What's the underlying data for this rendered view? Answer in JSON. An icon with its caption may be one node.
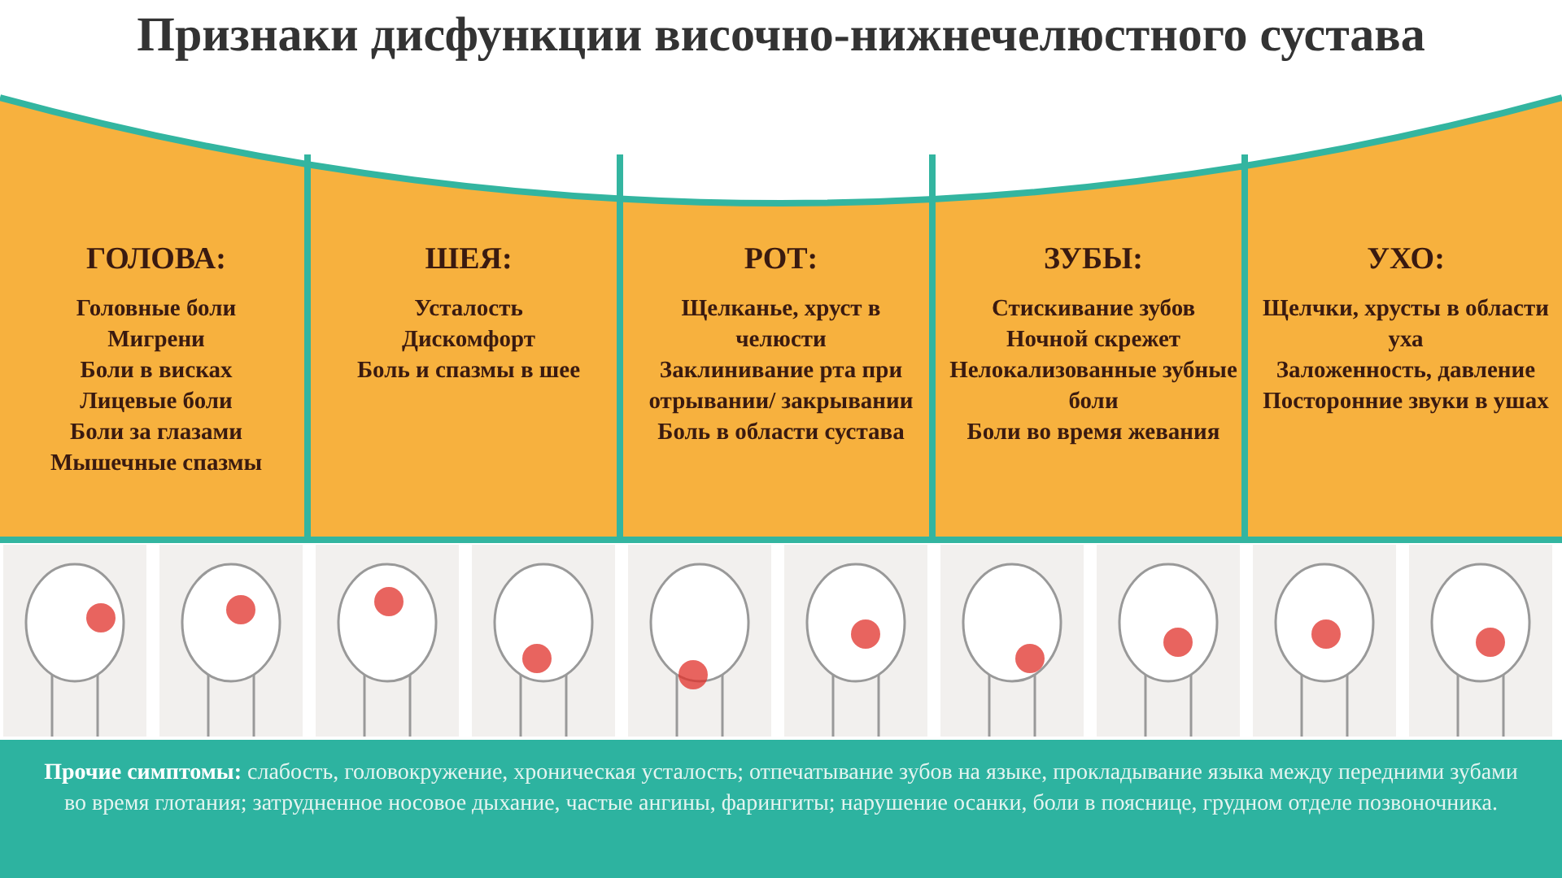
{
  "diagram": {
    "title": "Признаки дисфункции височно-нижнечелюстного сустава",
    "nodes": [
      {
        "text": [
          "ГОЛОВА:",
          "Головные боли",
          "Мигрени",
          "Боли в висках",
          "Лицевые боли",
          "Боли за глазами",
          "Мышечные спазмы"
        ]
      },
      {
        "text": [
          "ШЕЯ:",
          "Усталость",
          "Дискомфорт",
          "Боль и спазмы в шее"
        ]
      },
      {
        "text": [
          "РОТ:",
          "Щелканье, хруст в челюсти",
          "Заклинивание рта при отрывании/ закрывании",
          "Боль в области сустава"
        ]
      },
      {
        "text": [
          "ЗУБЫ:",
          "Стискивание зубов",
          "Ночной скрежет",
          "Нелокализованные зубные боли",
          "Боли во время жевания"
        ]
      },
      {
        "text": [
          "УХО:",
          "Щелчки, хрусты в области уха",
          "Заложенность, давление",
          "Посторонние звуки в ушах"
        ]
      },
      {
        "text": [],
        "shape": "picture"
      },
      {
        "text": [],
        "shape": "picture"
      },
      {
        "text": [],
        "shape": "picture"
      },
      {
        "text": [],
        "shape": "picture"
      },
      {
        "text": [],
        "shape": "picture"
      },
      {
        "text": [],
        "shape": "picture"
      },
      {
        "text": [],
        "shape": "picture"
      },
      {
        "text": [],
        "shape": "picture"
      },
      {
        "text": [],
        "shape": "picture"
      },
      {
        "text": [],
        "shape": "picture"
      }
    ],
    "labels": [
      "**Прочие симптомы:** слабость, головокружение, хроническая усталость; отпечатывание зубов на языке, прокладывание языка между передними зубами во время глотания; затрудненное носовое дыхание, частые ангины, фарингиты; нарушение осанки, боли в пояснице, грудном отделе позвоночника."
    ]
  }
}
